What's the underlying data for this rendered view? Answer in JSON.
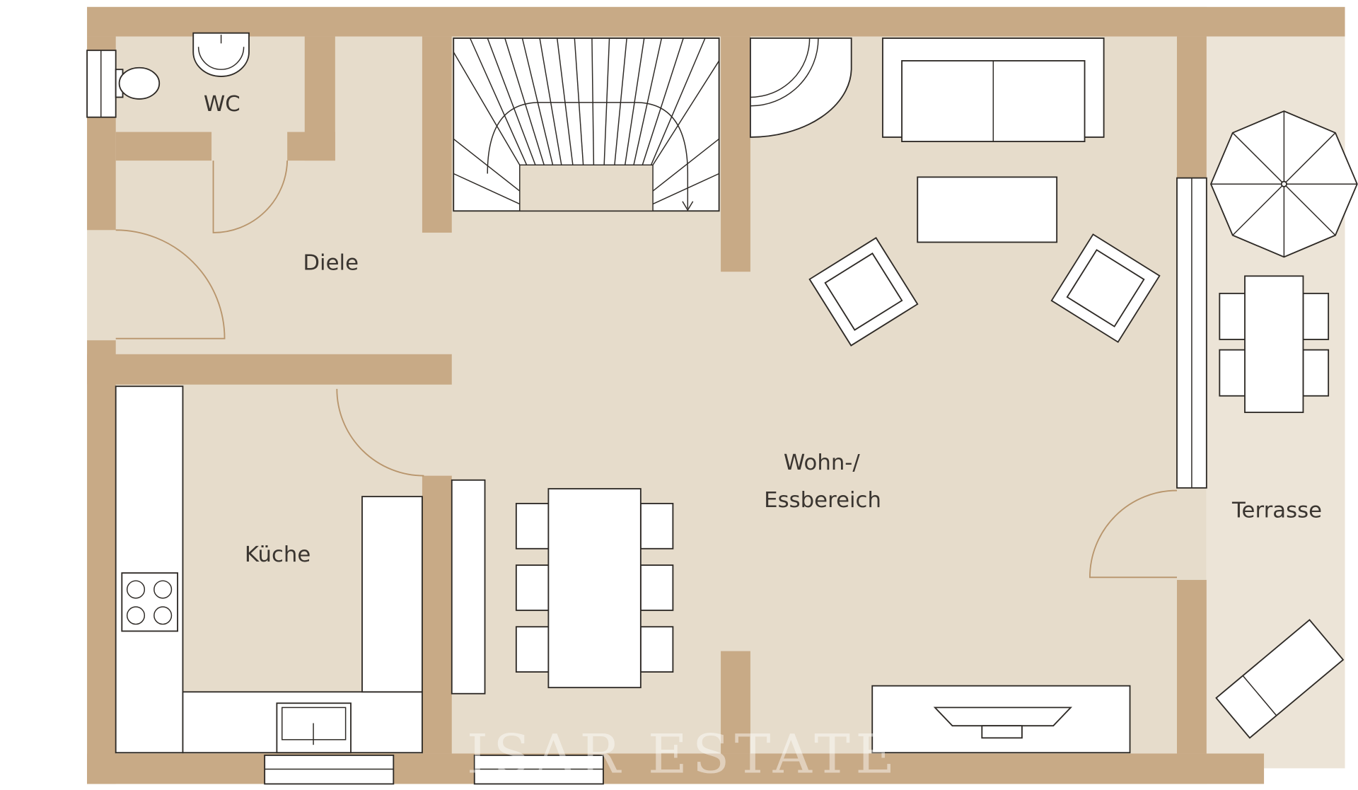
{
  "rooms": {
    "wc": "WC",
    "diele": "Diele",
    "kueche": "Küche",
    "wohn_line1": "Wohn-/",
    "wohn_line2": "Essbereich",
    "terrasse": "Terrasse"
  },
  "watermark": "ISAR  ESTATE",
  "colors": {
    "wall": "#c8aa86",
    "floor": "#e6dccb",
    "terrace": "#ece4d7"
  }
}
